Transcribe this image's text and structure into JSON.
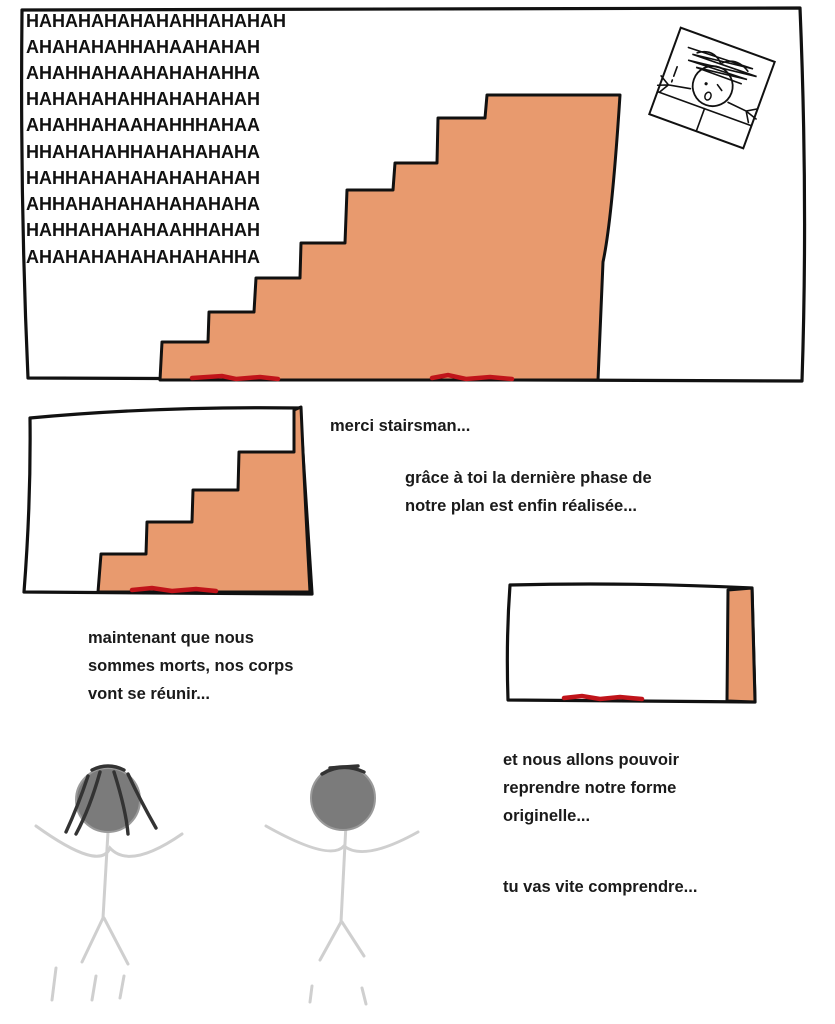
{
  "panel1": {
    "laugh_lines": [
      "HAHAHAHAHAHAHHAHAHAH",
      "AHAHAHAHHAHAAHAHAH",
      "AHAHHAHAAHAHAHAHHA",
      "HAHAHAHAHHAHAHAHAH",
      "AHAHHAHAAHAHHHAHAA",
      "HHAHAHAHHAHAHAHAHA",
      "HAHHAHAHAHAHAHAHAH",
      "AHHAHAHAHAHAHAHAHA",
      "HAHHAHAHAHAAHHAHAH",
      "AHAHAHAHAHAHAHAHHA"
    ]
  },
  "panel2": {
    "caption_1": "merci stairsman...",
    "caption_2_line1": "grâce à toi la dernière phase de",
    "caption_2_line2": "notre plan est enfin réalisée..."
  },
  "panel3": {
    "caption_line1": "maintenant que nous",
    "caption_line2": "sommes morts, nos corps",
    "caption_line3": "vont se réunir..."
  },
  "panel4": {
    "caption_1_line1": "et nous allons pouvoir",
    "caption_1_line2": "reprendre notre forme",
    "caption_1_line3": "originelle...",
    "caption_2": "tu vas vite comprendre..."
  },
  "colors": {
    "stair": "#E89A6E",
    "blood": "#c0141a",
    "outline": "#111111"
  },
  "icons": [
    "stick-figure",
    "staircase",
    "blood-stain",
    "framed-portrait"
  ]
}
